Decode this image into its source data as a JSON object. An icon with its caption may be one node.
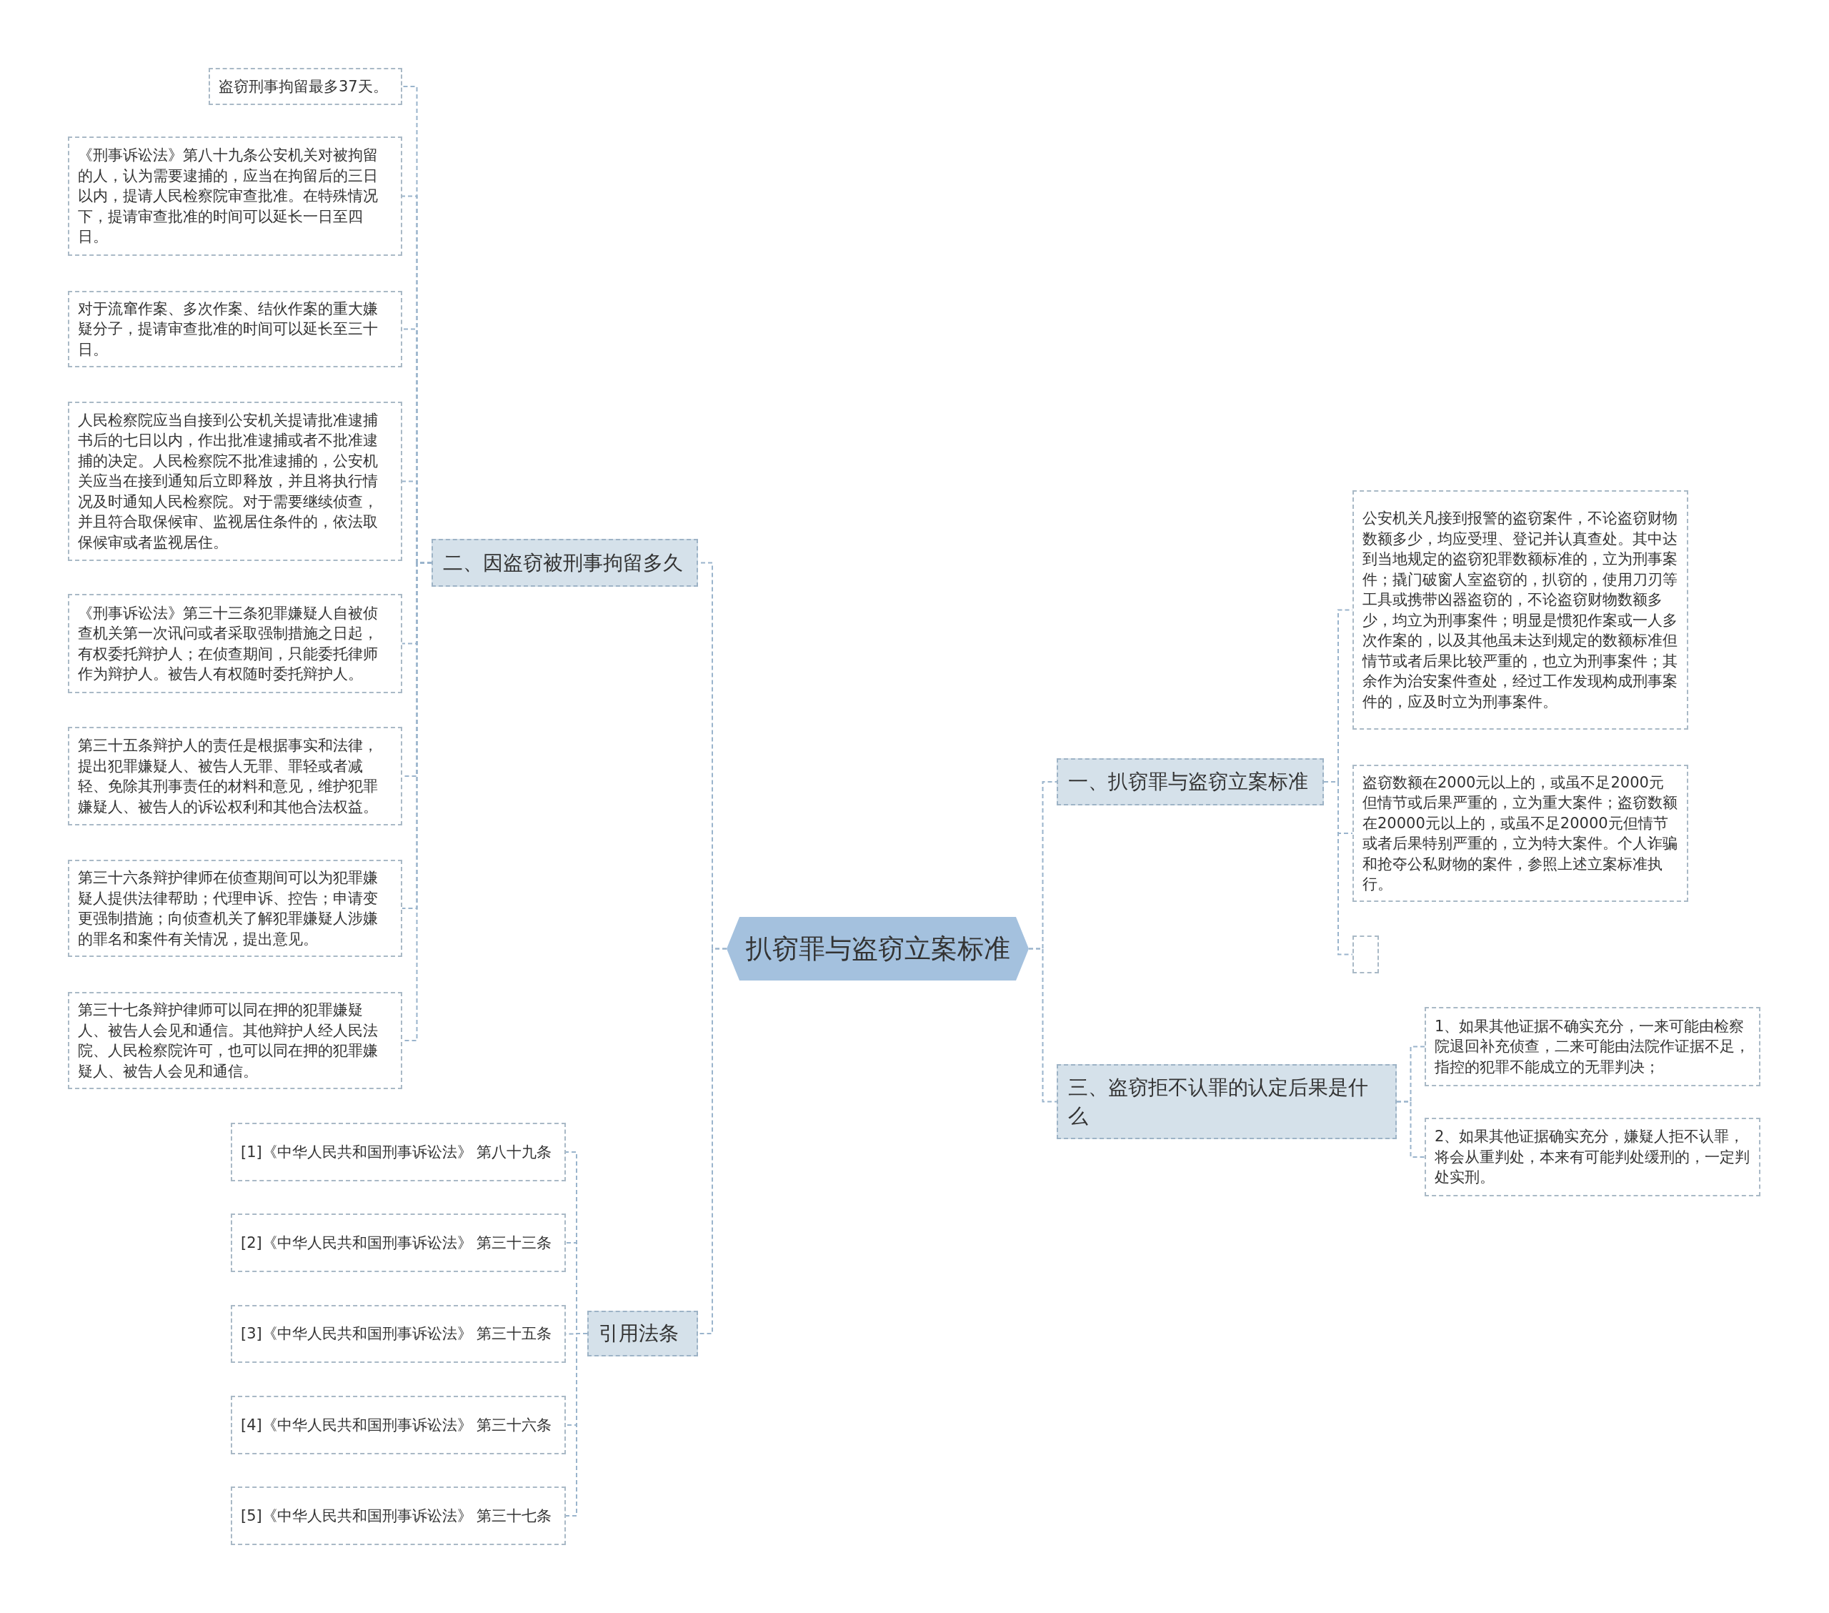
{
  "diagram": {
    "nodes": [
      {
        "text": [
          "扒窃罪与盗窃立案标准"
        ]
      },
      {
        "text": [
          "二、因盗窃被刑事拘留多久"
        ]
      },
      {
        "text": [
          "盗窃刑事拘留最多37天。"
        ]
      },
      {
        "text": [
          "《刑事诉讼法》第八十九条公安机关对被拘留的人，认为需要逮捕的，应当在拘留后的三日以内，提请人民检察院审查批准。在特殊情况下，提请审查批准的时间可以延长一日至四日。"
        ]
      },
      {
        "text": [
          "对于流窜作案、多次作案、结伙作案的重大嫌疑分子，提请审查批准的时间可以延长至三十日。"
        ]
      },
      {
        "text": [
          "人民检察院应当自接到公安机关提请批准逮捕书后的七日以内，作出批准逮捕或者不批准逮捕的决定。人民检察院不批准逮捕的，公安机关应当在接到通知后立即释放，并且将执行情况及时通知人民检察院。对于需要继续侦查，并且符合取保候审、监视居住条件的，依法取保候审或者监视居住。"
        ]
      },
      {
        "text": [
          "《刑事诉讼法》第三十三条犯罪嫌疑人自被侦查机关第一次讯问或者采取强制措施之日起，有权委托辩护人；在侦查期间，只能委托律师作为辩护人。被告人有权随时委托辩护人。"
        ]
      },
      {
        "text": [
          "第三十五条辩护人的责任是根据事实和法律，提出犯罪嫌疑人、被告人无罪、罪轻或者减轻、免除其刑事责任的材料和意见，维护犯罪嫌疑人、被告人的诉讼权利和其他合法权益。"
        ]
      },
      {
        "text": [
          "第三十六条辩护律师在侦查期间可以为犯罪嫌疑人提供法律帮助；代理申诉、控告；申请变更强制措施；向侦查机关了解犯罪嫌疑人涉嫌的罪名和案件有关情况，提出意见。"
        ]
      },
      {
        "text": [
          "第三十七条辩护律师可以同在押的犯罪嫌疑人、被告人会见和通信。其他辩护人经人民法院、人民检察院许可，也可以同在押的犯罪嫌疑人、被告人会见和通信。"
        ]
      },
      {
        "text": [
          "引用法条"
        ]
      },
      {
        "text": [
          "[1]《中华人民共和国刑事诉讼法》 第八十九条"
        ]
      },
      {
        "text": [
          "[2]《中华人民共和国刑事诉讼法》 第三十三条"
        ]
      },
      {
        "text": [
          "[3]《中华人民共和国刑事诉讼法》 第三十五条"
        ]
      },
      {
        "text": [
          "[4]《中华人民共和国刑事诉讼法》 第三十六条"
        ]
      },
      {
        "text": [
          "[5]《中华人民共和国刑事诉讼法》 第三十七条"
        ]
      },
      {
        "text": [
          "一、扒窃罪与盗窃立案标准"
        ]
      },
      {
        "text": [
          "公安机关凡接到报警的盗窃案件，不论盗窃财物数额多少，均应受理、登记并认真查处。其中达到当地规定的盗窃犯罪数额标准的，立为刑事案件；撬门破窗人室盗窃的，扒窃的，使用刀刃等工具或携带凶器盗窃的，不论盗窃财物数额多少，均立为刑事案件；明显是惯犯作案或一人多次作案的，以及其他虽未达到规定的数额标准但情节或者后果比较严重的，也立为刑事案件；其余作为治安案件查处，经过工作发现构成刑事案件的，应及时立为刑事案件。"
        ]
      },
      {
        "text": [
          "盗窃数额在2000元以上的，或虽不足2000元但情节或后果严重的，立为重大案件；盗窃数额在20000元以上的，或虽不足20000元但情节或者后果特别严重的，立为特大案件。个人诈骗和抢夺公私财物的案件，参照上述立案标准执行。"
        ]
      },
      {
        "text": [],
        "shape": "box"
      },
      {
        "text": [
          "三、盗窃拒不认罪的认定后果是什么"
        ]
      },
      {
        "text": [
          "1、如果其他证据不确实充分，一来可能由检察院退回补充侦查，二来可能由法院作证据不足，指控的犯罪不能成立的无罪判决；"
        ]
      },
      {
        "text": [
          "2、如果其他证据确实充分，嫌疑人拒不认罪，将会从重判处，本来有可能判处缓刑的，一定判处实刑。"
        ]
      }
    ],
    "edges": [
      {
        "from": 0,
        "to": 1,
        "arrow": "none"
      },
      {
        "from": 1,
        "to": 2,
        "arrow": "none"
      },
      {
        "from": 1,
        "to": 3,
        "arrow": "none"
      },
      {
        "from": 1,
        "to": 4,
        "arrow": "none"
      },
      {
        "from": 1,
        "to": 5,
        "arrow": "none"
      },
      {
        "from": 1,
        "to": 6,
        "arrow": "none"
      },
      {
        "from": 1,
        "to": 7,
        "arrow": "none"
      },
      {
        "from": 1,
        "to": 8,
        "arrow": "none"
      },
      {
        "from": 1,
        "to": 9,
        "arrow": "none"
      },
      {
        "from": 0,
        "to": 10,
        "arrow": "none"
      },
      {
        "from": 10,
        "to": 11,
        "arrow": "none"
      },
      {
        "from": 10,
        "to": 12,
        "arrow": "none"
      },
      {
        "from": 10,
        "to": 13,
        "arrow": "none"
      },
      {
        "from": 10,
        "to": 14,
        "arrow": "none"
      },
      {
        "from": 10,
        "to": 15,
        "arrow": "none"
      },
      {
        "from": 0,
        "to": 16,
        "arrow": "none"
      },
      {
        "from": 16,
        "to": 17,
        "arrow": "none"
      },
      {
        "from": 16,
        "to": 18,
        "arrow": "none"
      },
      {
        "from": 16,
        "to": 19,
        "arrow": "none"
      },
      {
        "from": 0,
        "to": 20,
        "arrow": "none"
      },
      {
        "from": 20,
        "to": 21,
        "arrow": "none"
      },
      {
        "from": 20,
        "to": 22,
        "arrow": "none"
      }
    ]
  }
}
